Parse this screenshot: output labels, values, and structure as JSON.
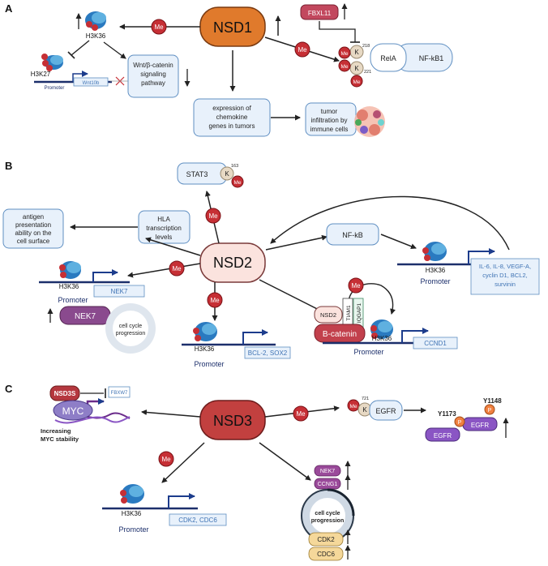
{
  "panels": {
    "a": {
      "letter": "A",
      "hub": "NSD1",
      "fbxl11": "FBXL11",
      "me": "Me",
      "k": "K",
      "h3k36": "H3K36",
      "h3k27": "H3K27",
      "promoter": "Promoter",
      "wnt10b": "Wnt10b",
      "wnt_pathway": [
        "Wnt/β-catenin",
        "signaling",
        "pathway"
      ],
      "chemokine": [
        "expression of",
        "chemokine",
        "genes in tumors"
      ],
      "tumor": [
        "tumor",
        "infiltration by",
        "immune cells"
      ],
      "relA": "RelA",
      "nfkb1": "NF-kB1",
      "site218": "218",
      "site221": "221"
    },
    "b": {
      "letter": "B",
      "hub": "NSD2",
      "stat3": "STAT3",
      "site163": "163",
      "hla": [
        "HLA",
        "transcription",
        "levels"
      ],
      "antigen": [
        "antigen",
        "presentation",
        "ability on the",
        "cell surface"
      ],
      "nfkb": "NF-kB",
      "targets_nfkb": [
        "IL-6, IL-8, VEGF-A,",
        "cyclin D1, BCL2,",
        "survinin"
      ],
      "nek7_gene": "NEK7",
      "nek7_protein": "NEK7",
      "cell_cycle": [
        "cell cycle",
        "progression"
      ],
      "bcl_sox": "BCL-2, SOX2",
      "ccnd1": "CCND1",
      "nsd2_small": "NSD2",
      "tiam1": "TIAM1",
      "iqgap1": "IQGAP1",
      "bcatenin": "B-catenin",
      "me": "Me",
      "k": "K",
      "h3k36": "H3K36",
      "promoter": "Promoter"
    },
    "c": {
      "letter": "C",
      "hub": "NSD3",
      "nsd3s": "NSD3S",
      "fbxw7": "FBXW7",
      "myc": "MYC",
      "myc_note": [
        "Increasing",
        "MYC stability"
      ],
      "egfr": "EGFR",
      "site721": "721",
      "y1173": "Y1173",
      "y1148": "Y1148",
      "p": "P",
      "cdk2_cdc6": "CDK2, CDC6",
      "nek7": "NEK7",
      "ccng1": "CCNG1",
      "cdk2": "CDK2",
      "cdc6": "CDC6",
      "cell_cycle": [
        "cell cycle",
        "progression"
      ],
      "me": "Me",
      "k": "K",
      "h3k36": "H3K36",
      "promoter": "Promoter"
    }
  },
  "colors": {
    "nsd1_fill": "#e07a2c",
    "nsd2_fill": "#fbe3de",
    "nsd3_fill": "#c2403f",
    "me_fill": "#c62f35",
    "k_fill": "#e7d9c4",
    "box_fill": "#e8f1fb",
    "box_stroke": "#5f8fc2",
    "purple": "#8a55c4",
    "arrow": "#222222",
    "gene_text": "#3f73b4",
    "dna_line": "#1c2f6b"
  }
}
